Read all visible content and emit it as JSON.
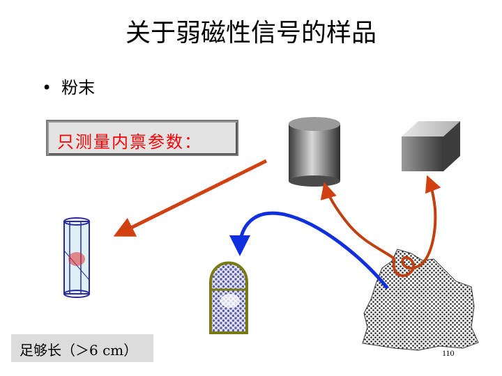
{
  "title": "关于弱磁性信号的样品",
  "bullet": {
    "marker": "•",
    "text": "粉末"
  },
  "note": {
    "text": "只测量内禀参数："
  },
  "bottom_note": {
    "text": "足够长（＞6 cm）"
  },
  "page_number": "110",
  "colors": {
    "note_text": "#ff0000",
    "arrow_red": "#d04010",
    "arrow_blue": "#1030e0",
    "capsule_outline": "#7a7a10"
  },
  "icons": [
    "cylinder-shape",
    "cube-shape",
    "rock-shape",
    "tube-shape",
    "capsule-shape"
  ]
}
